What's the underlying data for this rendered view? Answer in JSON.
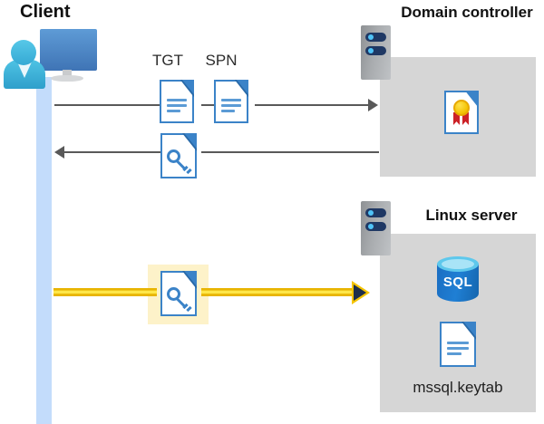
{
  "diagram": {
    "title_client": "Client",
    "title_domain_controller": "Domain controller",
    "title_linux_server": "Linux server",
    "label_tgt": "TGT",
    "label_spn": "SPN",
    "label_keytab_file": "mssql.keytab",
    "label_sql": "SQL",
    "colors": {
      "panel_grey": "#d6d6d6",
      "lifeline_blue": "#c3dcfb",
      "arrow_grey": "#595959",
      "flow_yellow": "#ffe94d",
      "flow_yellow_edge": "#e8b400",
      "highlight_yellow": "#fdf2c9",
      "doc_blue": "#3b83c8",
      "sql_blue": "#1b6ec2",
      "rack_navy": "#1f3864",
      "cert_gold": "#f2c200",
      "cert_red": "#cc2127"
    },
    "icons": {
      "client_user": "user-monitor-icon",
      "tgt_document": "document-icon",
      "spn_document": "document-icon",
      "ticket_key_document": "key-document-icon",
      "service_ticket_document": "key-document-icon",
      "server_rack": "server-rack-icon",
      "certificate": "certificate-document-icon",
      "sql_database": "sql-database-icon",
      "keytab_document": "document-icon"
    },
    "flows": [
      {
        "name": "client-to-dc-request",
        "direction": "right",
        "payload": [
          "TGT",
          "SPN"
        ]
      },
      {
        "name": "dc-to-client-response",
        "direction": "left",
        "payload": [
          "service-ticket"
        ]
      },
      {
        "name": "client-to-linux-ticket",
        "direction": "right",
        "payload": [
          "service-ticket"
        ],
        "highlighted": true
      }
    ]
  }
}
